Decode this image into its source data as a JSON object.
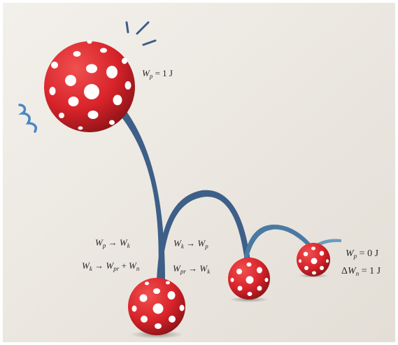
{
  "colors": {
    "paper": "#ece8e2",
    "ball_red": "#d8232a",
    "ball_dot": "#ffffff",
    "track": "#3d5f88",
    "track_light": "#5f8db0",
    "text": "#2a2a2a"
  },
  "icons": [
    "motion-line-icon",
    "wave-squiggle-icon"
  ],
  "labels": {
    "top_sym": "W",
    "top_sub": "p",
    "top_rest": " = 1 J",
    "l1_a": "W",
    "l1_a_sub": "p",
    "l1_arrow": "→",
    "l1_b": "W",
    "l1_b_sub": "k",
    "l2_a": "W",
    "l2_a_sub": "k",
    "l2_arrow": "→",
    "l2_b": "W",
    "l2_b_sub": "pr",
    "l2_plus": " + ",
    "l2_c": "W",
    "l2_c_sub": "n",
    "m1_a": "W",
    "m1_a_sub": "k",
    "m1_arrow": "→",
    "m1_b": "W",
    "m1_b_sub": "p",
    "m2_a": "W",
    "m2_a_sub": "pr",
    "m2_arrow": "→",
    "m2_b": "W",
    "m2_b_sub": "k",
    "r1_sym": "W",
    "r1_sub": "p",
    "r1_rest": " = 0 J",
    "r2_delta": "Δ",
    "r2_sym": "W",
    "r2_sub": "n",
    "r2_rest": " = 1 J"
  }
}
